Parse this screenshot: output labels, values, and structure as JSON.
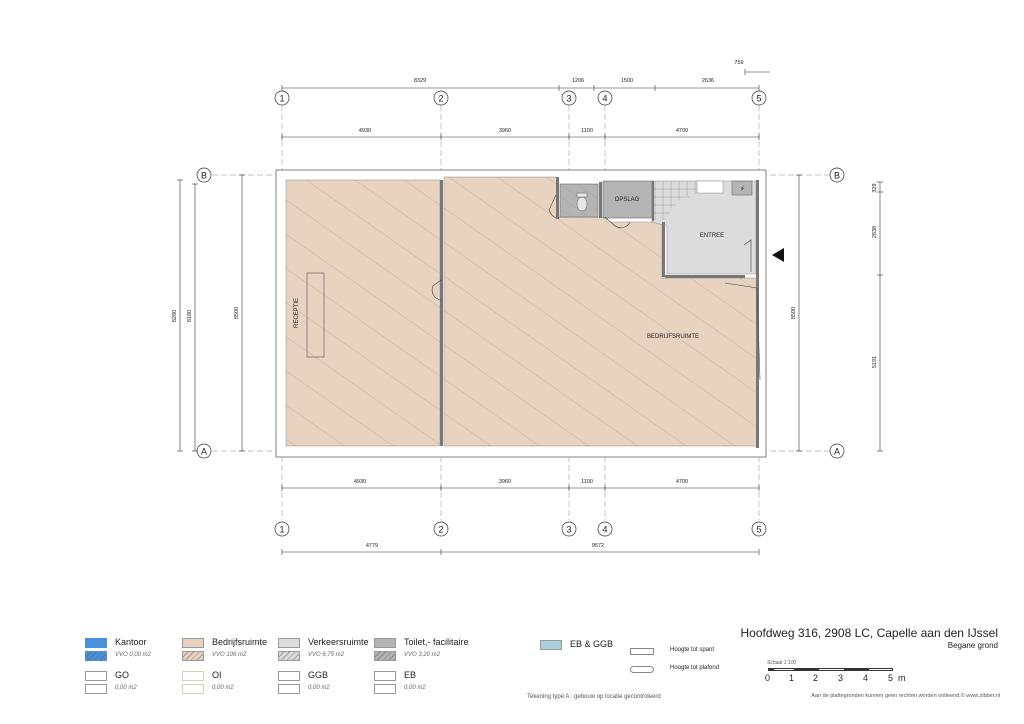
{
  "axes": {
    "columns": [
      "1",
      "2",
      "3",
      "4",
      "5"
    ],
    "rows": [
      "B",
      "A"
    ]
  },
  "dimensions": {
    "top_overall": [
      "8329",
      "1206",
      "1500",
      "2636"
    ],
    "top_extra": "759",
    "top_spans": [
      "4930",
      "3960",
      "1100",
      "4700"
    ],
    "bottom_spans": [
      "4930",
      "3960",
      "1100",
      "4700"
    ],
    "bottom_overall": [
      "4779",
      "9572"
    ],
    "left": [
      "8280",
      "8180",
      "8500"
    ],
    "right_inner": "8500",
    "right": [
      "329",
      "2838",
      "5191"
    ]
  },
  "rooms": {
    "receptie": "RECEPTIE",
    "opslag": "OPSLAG",
    "entree": "ENTREE",
    "bedrijfsruimte": "BEDRIJFSRUIMTE"
  },
  "colors": {
    "kantoor": "#4a90d9",
    "bedrijfsruimte": "#e8d2c0",
    "verkeersruimte": "#dcdcdc",
    "toilet": "#b4b4b4",
    "ebggb": "#a9cfdc"
  },
  "legend": {
    "kantoor": {
      "label": "Kantoor",
      "value": "VVO 0,00 m2"
    },
    "bedrijfsruimte": {
      "label": "Bedrijfsruimte",
      "value": "VVO 106 m2"
    },
    "verkeersruimte": {
      "label": "Verkeersruimte",
      "value": "VVO 6,75 m2"
    },
    "toilet": {
      "label": "Toilet,- facilitaire",
      "value": "VVO 3,20 m2"
    },
    "go": {
      "label": "GO",
      "value": "0,00 m2"
    },
    "oi": {
      "label": "OI",
      "value": "0,00 m2"
    },
    "ggb": {
      "label": "GGB",
      "value": "0,00 m2"
    },
    "eb": {
      "label": "EB",
      "value": "0,00 m2"
    },
    "ebggb": {
      "label": "EB & GGB"
    }
  },
  "hoogte": {
    "spant": "Hoogte tot spant",
    "plafond": "Hoogte tot plafond"
  },
  "note": "Tekening type A : gebouw op locatie gecontroleerd",
  "title": {
    "address": "Hoofdweg 316, 2908 LC, Capelle aan den IJssel",
    "floor": "Begane grond"
  },
  "scale": {
    "label": "Schaal 1:100",
    "numbers": [
      "0",
      "1",
      "2",
      "3",
      "4",
      "5"
    ],
    "unit": "m"
  },
  "disclaimer": "Aan de plattegronden kunnen geen rechten worden ontleend.© www.zibber.nl"
}
